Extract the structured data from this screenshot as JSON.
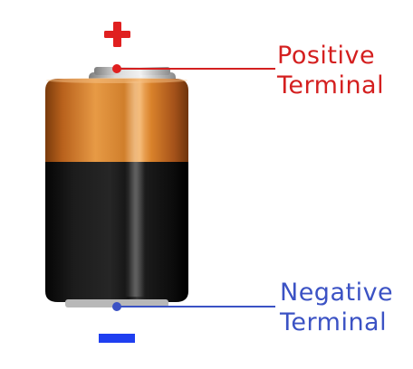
{
  "labels": {
    "positive": {
      "line1": "Positive",
      "line2": "Terminal",
      "color": "#d41f1f"
    },
    "negative": {
      "line1": "Negative",
      "line2": "Terminal",
      "color": "#3b52c4"
    }
  },
  "symbols": {
    "plus_icon": "plus-sign-icon",
    "minus_icon": "minus-sign-icon",
    "plus_color": "#e02020",
    "minus_color": "#1f3ff0"
  },
  "battery": {
    "top_band_color": "#d9822b",
    "body_color": "#111111",
    "terminal_color": "#b8b8b8"
  }
}
